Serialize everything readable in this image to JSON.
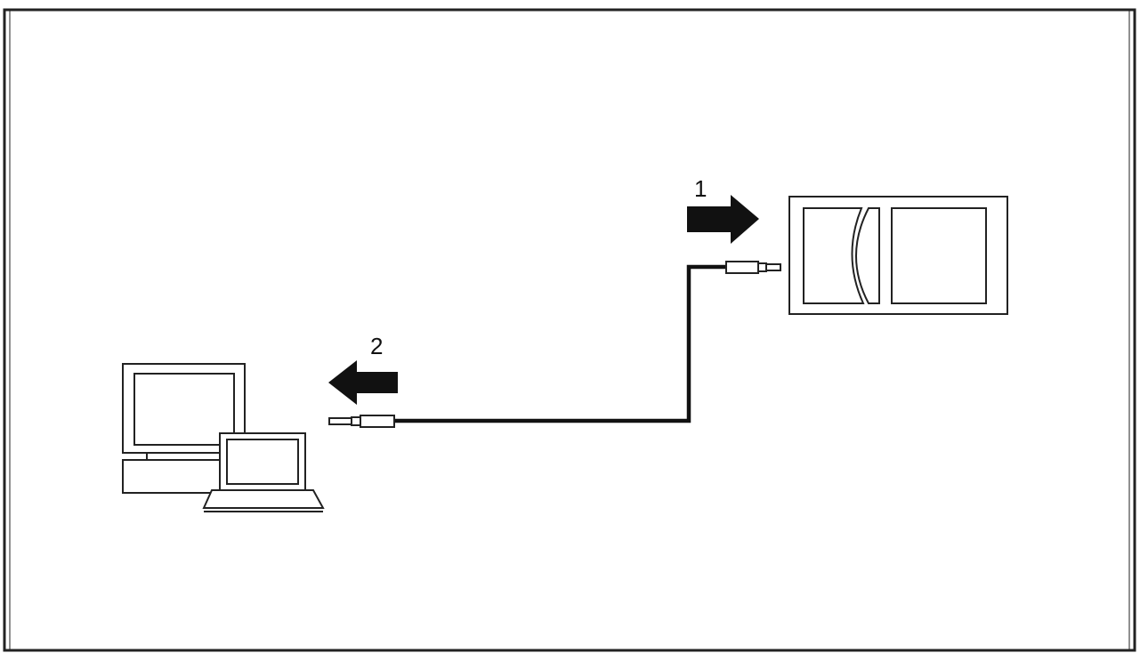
{
  "diagram": {
    "steps": [
      {
        "label": "1",
        "direction": "right",
        "target": "device"
      },
      {
        "label": "2",
        "direction": "left",
        "target": "computer"
      }
    ],
    "colors": {
      "stroke": "#222222",
      "arrow": "#111111",
      "cable": "#111111",
      "fill": "#ffffff"
    },
    "icons": {
      "device": "media-device-icon",
      "computer": "desktop-computer-icon",
      "laptop": "laptop-icon",
      "plug": "audio-plug-icon",
      "arrow_right": "arrow-right-icon",
      "arrow_left": "arrow-left-icon"
    }
  }
}
